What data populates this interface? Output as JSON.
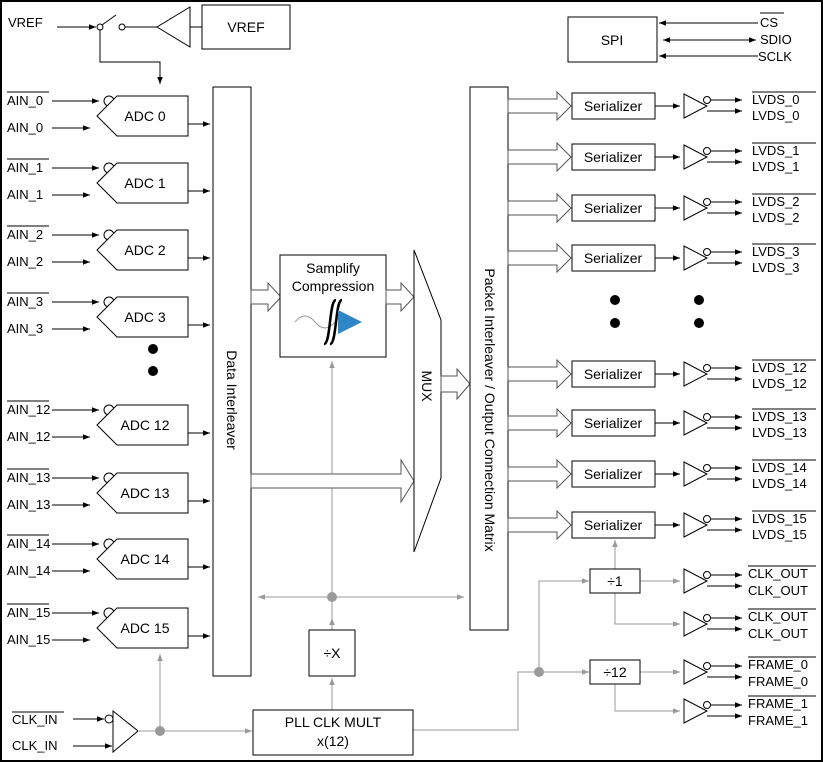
{
  "vref": {
    "input": "VREF",
    "block": "VREF"
  },
  "spi": {
    "block": "SPI",
    "signals": [
      "CS",
      "SDIO",
      "SCLK"
    ]
  },
  "adcs": [
    {
      "name": "ADC 0",
      "in_n": "AIN_0",
      "in_p": "AIN_0"
    },
    {
      "name": "ADC 1",
      "in_n": "AIN_1",
      "in_p": "AIN_1"
    },
    {
      "name": "ADC 2",
      "in_n": "AIN_2",
      "in_p": "AIN_2"
    },
    {
      "name": "ADC 3",
      "in_n": "AIN_3",
      "in_p": "AIN_3"
    },
    {
      "name": "ADC 12",
      "in_n": "AIN_12",
      "in_p": "AIN_12"
    },
    {
      "name": "ADC 13",
      "in_n": "AIN_13",
      "in_p": "AIN_13"
    },
    {
      "name": "ADC 14",
      "in_n": "AIN_14",
      "in_p": "AIN_14"
    },
    {
      "name": "ADC 15",
      "in_n": "AIN_15",
      "in_p": "AIN_15"
    }
  ],
  "data_interleaver": "Data Interleaver",
  "samplify": {
    "line1": "Samplify",
    "line2": "Compression"
  },
  "mux": "MUX",
  "packet_interleaver": "Packet Interleaver / Output Connection Matrix",
  "serializer_label": "Serializer",
  "lvds": [
    {
      "n": "LVDS_0",
      "p": "LVDS_0"
    },
    {
      "n": "LVDS_1",
      "p": "LVDS_1"
    },
    {
      "n": "LVDS_2",
      "p": "LVDS_2"
    },
    {
      "n": "LVDS_3",
      "p": "LVDS_3"
    },
    {
      "n": "LVDS_12",
      "p": "LVDS_12"
    },
    {
      "n": "LVDS_13",
      "p": "LVDS_13"
    },
    {
      "n": "LVDS_14",
      "p": "LVDS_14"
    },
    {
      "n": "LVDS_15",
      "p": "LVDS_15"
    }
  ],
  "div1": "÷1",
  "div12": "÷12",
  "divx": "÷X",
  "pll": {
    "line1": "PLL CLK MULT",
    "line2": "x(12)"
  },
  "clk_in": {
    "n": "CLK_IN",
    "p": "CLK_IN"
  },
  "clk_outs": [
    {
      "n": "CLK_OUT",
      "p": "CLK_OUT"
    },
    {
      "n": "CLK_OUT",
      "p": "CLK_OUT"
    }
  ],
  "frames": [
    {
      "n": "FRAME_0",
      "p": "FRAME_0"
    },
    {
      "n": "FRAME_1",
      "p": "FRAME_1"
    }
  ]
}
